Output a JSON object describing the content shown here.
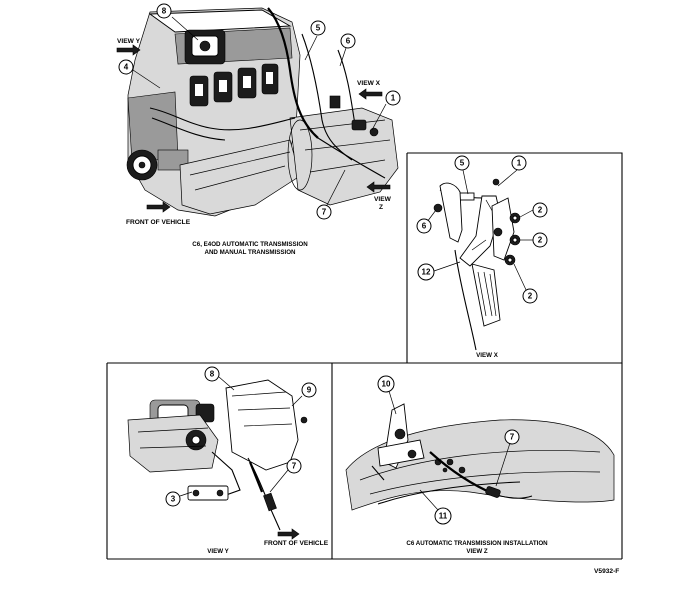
{
  "figure_id": "V5932-F",
  "main_view": {
    "caption_line1": "C6, E4OD AUTOMATIC TRANSMISSION",
    "caption_line2": "AND MANUAL TRANSMISSION",
    "view_y_label": "VIEW Y",
    "view_x_label": "VIEW X",
    "view_z_label_1": "VIEW",
    "view_z_label_2": "Z",
    "front_label": "FRONT OF VEHICLE",
    "callouts": [
      "8",
      "5",
      "6",
      "4",
      "1",
      "7"
    ]
  },
  "view_x": {
    "caption": "VIEW X",
    "callouts": [
      "5",
      "1",
      "6",
      "2",
      "2",
      "2",
      "12"
    ]
  },
  "view_y": {
    "caption": "VIEW Y",
    "front_label": "FRONT OF VEHICLE",
    "callouts": [
      "8",
      "9",
      "7",
      "3"
    ]
  },
  "view_z": {
    "caption_line1": "C6 AUTOMATIC TRANSMISSION INSTALLATION",
    "caption_line2": "VIEW Z",
    "callouts": [
      "10",
      "7",
      "11"
    ]
  }
}
